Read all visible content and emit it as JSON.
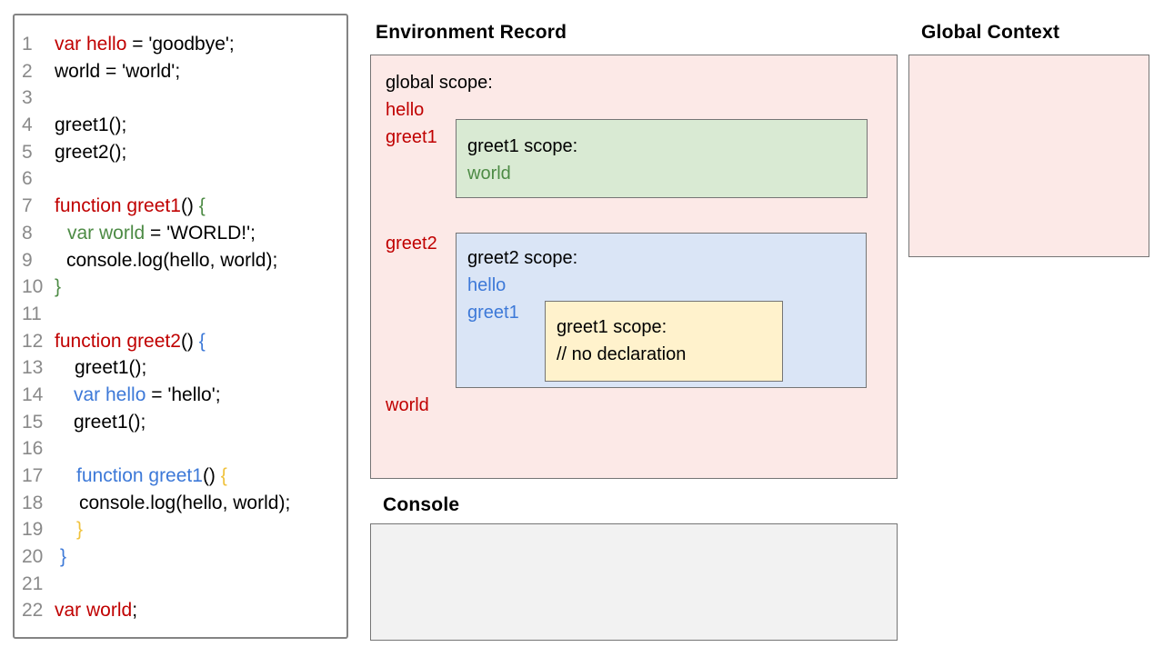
{
  "titles": {
    "environment_record": "Environment Record",
    "global_context": "Global Context",
    "console": "Console"
  },
  "colors": {
    "text": {
      "black": "#000000",
      "red": "#c00000",
      "green": "#4d8b45",
      "blue": "#3d79d8",
      "yellow": "#f0c23c",
      "gray": "#8a8a8a"
    },
    "fills": {
      "pink": "#fce9e7",
      "green": "#d9ead3",
      "blue": "#dae5f6",
      "yellow": "#fff2cc",
      "console_gray": "#f2f2f2"
    }
  },
  "code": {
    "lines": [
      {
        "n": "1",
        "indent": 0,
        "tokens": [
          {
            "t": "var hello",
            "c": "red"
          },
          {
            "t": " = 'goodbye';",
            "c": "black"
          }
        ]
      },
      {
        "n": "2",
        "indent": 0,
        "tokens": [
          {
            "t": "world = 'world';",
            "c": "black"
          }
        ]
      },
      {
        "n": "3",
        "indent": 0,
        "tokens": []
      },
      {
        "n": "4",
        "indent": 0,
        "tokens": [
          {
            "t": "greet1();",
            "c": "black"
          }
        ]
      },
      {
        "n": "5",
        "indent": 0,
        "tokens": [
          {
            "t": "greet2();",
            "c": "black"
          }
        ]
      },
      {
        "n": "6",
        "indent": 0,
        "tokens": []
      },
      {
        "n": "7",
        "indent": 0,
        "tokens": [
          {
            "t": "function greet1",
            "c": "red"
          },
          {
            "t": "() ",
            "c": "black"
          },
          {
            "t": "{",
            "c": "green"
          }
        ]
      },
      {
        "n": "8",
        "indent": 14,
        "tokens": [
          {
            "t": "var world",
            "c": "green"
          },
          {
            "t": " = 'WORLD!';",
            "c": "black"
          }
        ]
      },
      {
        "n": "9",
        "indent": 13,
        "tokens": [
          {
            "t": "console.log(hello, world);",
            "c": "black"
          }
        ]
      },
      {
        "n": "10",
        "indent": 0,
        "tokens": [
          {
            "t": "}",
            "c": "green"
          }
        ]
      },
      {
        "n": "11",
        "indent": 0,
        "tokens": []
      },
      {
        "n": "12",
        "indent": 0,
        "tokens": [
          {
            "t": "function greet2",
            "c": "red"
          },
          {
            "t": "() ",
            "c": "black"
          },
          {
            "t": "{",
            "c": "blue"
          }
        ]
      },
      {
        "n": "13",
        "indent": 22,
        "tokens": [
          {
            "t": "greet1();",
            "c": "black"
          }
        ]
      },
      {
        "n": "14",
        "indent": 21,
        "tokens": [
          {
            "t": "var hello",
            "c": "blue"
          },
          {
            "t": " = 'hello';",
            "c": "black"
          }
        ]
      },
      {
        "n": "15",
        "indent": 21,
        "tokens": [
          {
            "t": "greet1();",
            "c": "black"
          }
        ]
      },
      {
        "n": "16",
        "indent": 0,
        "tokens": []
      },
      {
        "n": "17",
        "indent": 24,
        "tokens": [
          {
            "t": "function greet1",
            "c": "blue"
          },
          {
            "t": "() ",
            "c": "black"
          },
          {
            "t": "{",
            "c": "yellow"
          }
        ]
      },
      {
        "n": "18",
        "indent": 27,
        "tokens": [
          {
            "t": "console.log(hello, world);",
            "c": "black"
          }
        ]
      },
      {
        "n": "19",
        "indent": 24,
        "tokens": [
          {
            "t": "}",
            "c": "yellow"
          }
        ]
      },
      {
        "n": "20",
        "indent": 6,
        "tokens": [
          {
            "t": "}",
            "c": "blue"
          }
        ]
      },
      {
        "n": "21",
        "indent": 0,
        "tokens": []
      },
      {
        "n": "22",
        "indent": 0,
        "tokens": [
          {
            "t": "var world",
            "c": "red"
          },
          {
            "t": ";",
            "c": "black"
          }
        ]
      }
    ]
  },
  "environment": {
    "global_scope_label": "global scope:",
    "global_entries": [
      {
        "t": "hello",
        "c": "red"
      },
      {
        "t": "greet1",
        "c": "red"
      }
    ],
    "greet1_box": {
      "label": "greet1 scope:",
      "entries": [
        {
          "t": "world",
          "c": "green"
        }
      ]
    },
    "greet2_label": "greet2",
    "greet2_box": {
      "label": "greet2 scope:",
      "entries": [
        {
          "t": "hello",
          "c": "blue"
        },
        {
          "t": "greet1",
          "c": "blue"
        }
      ],
      "nested_box": {
        "label": "greet1 scope:",
        "comment": "// no declaration"
      }
    },
    "world_label": "world"
  }
}
